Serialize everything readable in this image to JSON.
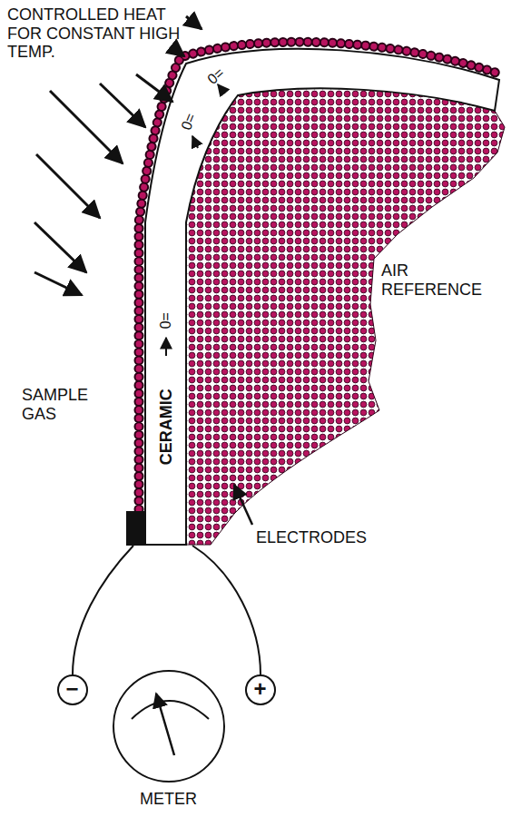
{
  "diagram": {
    "nodes": [
      {
        "text": [
          "METER"
        ]
      },
      {
        "text": [
          "−"
        ]
      },
      {
        "text": [
          "+"
        ]
      }
    ],
    "labels": [
      "CONTROLLED HEAT FOR CONSTANT HIGH TEMP.",
      "0=",
      "0=",
      "AIR REFERENCE",
      "SAMPLE GAS",
      "CERAMIC",
      "0=",
      "ELECTRODES"
    ]
  }
}
